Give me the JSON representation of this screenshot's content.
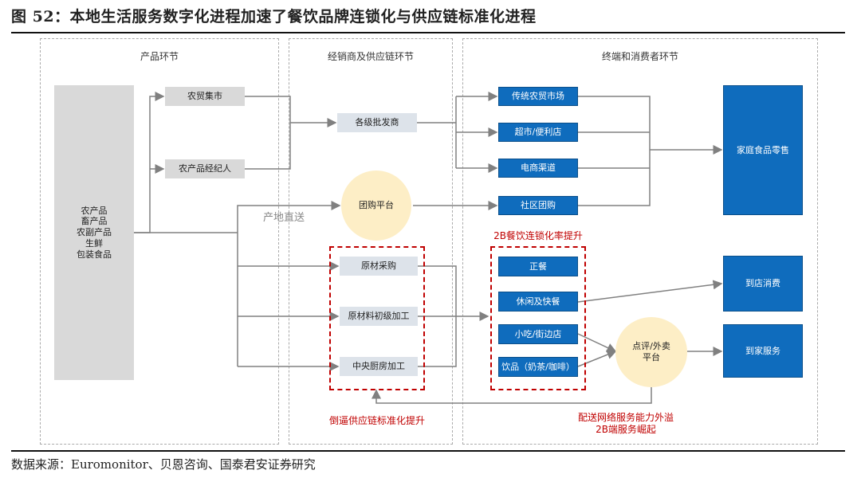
{
  "title": "图 52：本地生活服务数字化进程加速了餐饮品牌连锁化与供应链标准化进程",
  "footer": "数据来源：Euromonitor、贝恩咨询、国泰君安证券研究",
  "sections": {
    "product": "产品环节",
    "distribution": "经销商及供应链环节",
    "terminal": "终端和消费者环节"
  },
  "nodes": {
    "source": [
      "农产品",
      "畜产品",
      "农副产品",
      "生鲜",
      "包装食品"
    ],
    "farm_market": "农贸集市",
    "agent": "农产品经纪人",
    "wholesale": "各级批发商",
    "group_platform": "团购平台",
    "direct_label": "产地直送",
    "raw_purchase": "原材采购",
    "raw_process": "原材料初级加工",
    "central_kitchen": "中央厨房加工",
    "trad_market": "传统农贸市场",
    "supermarket": "超市/便利店",
    "ecommerce": "电商渠道",
    "community": "社区团购",
    "formal_meal": "正餐",
    "casual_fast": "休闲及快餐",
    "snack": "小吃/街边店",
    "drinks": "饮品（奶茶/咖啡）",
    "review_platform": "点评/外卖平台",
    "home_retail": "家庭食品零售",
    "dine_in": "到店消费",
    "home_service": "到家服务"
  },
  "annotations": {
    "chain_rate": "2B餐饮连锁化率提升",
    "supply_std": "倒逼供应链标准化提升",
    "delivery_1": "配送网络服务能力外溢",
    "delivery_2": "2B端服务崛起"
  },
  "colors": {
    "blue": "#0f6cbd",
    "red": "#c00000",
    "gray": "#d9d9d9",
    "circle": "#fdeec6"
  }
}
